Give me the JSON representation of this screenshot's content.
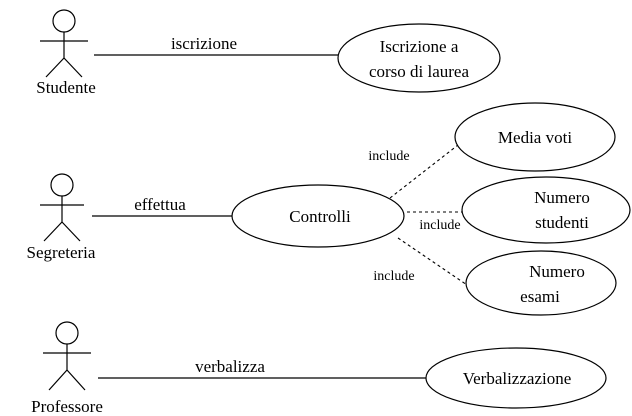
{
  "actors": {
    "studente": "Studente",
    "segreteria": "Segreteria",
    "professore": "Professore"
  },
  "use_cases": {
    "iscrizione": [
      "Iscrizione a",
      "corso di laurea"
    ],
    "media_voti": [
      "Media voti"
    ],
    "controlli": [
      "Controlli"
    ],
    "numero_studenti": [
      "Numero",
      "studenti"
    ],
    "numero_esami": [
      "Numero",
      "esami"
    ],
    "verbalizzazione": [
      "Verbalizzazione"
    ]
  },
  "associations": {
    "iscrizione": "iscrizione",
    "effettua": "effettua",
    "verbalizza": "verbalizza"
  },
  "includes": {
    "media_voti": "include",
    "numero_studenti": "include",
    "numero_esami": "include"
  }
}
